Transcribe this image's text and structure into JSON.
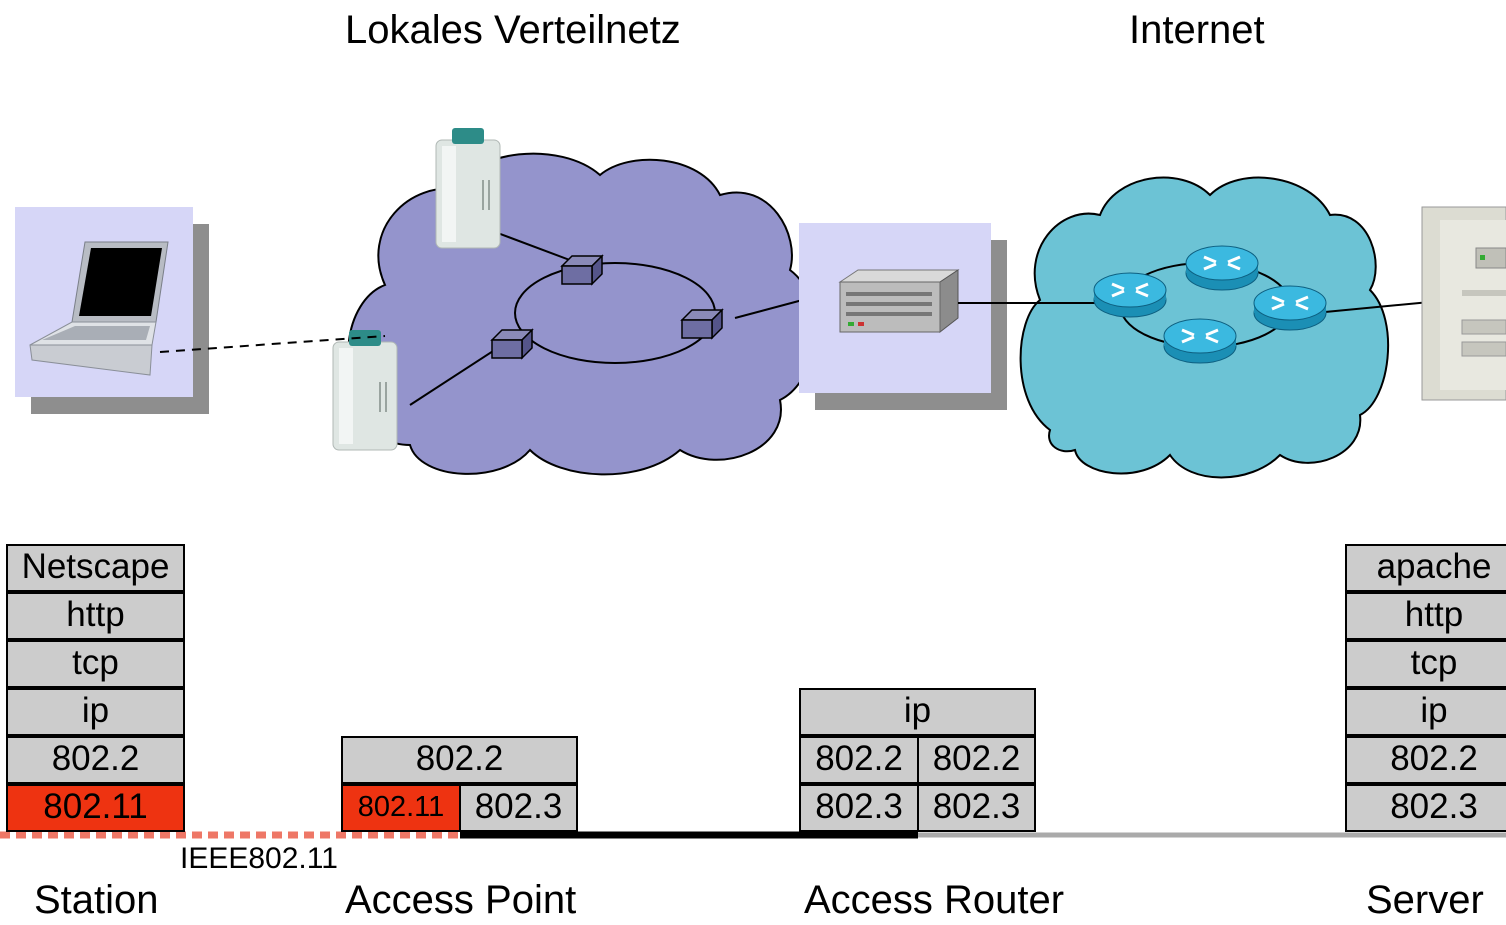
{
  "titles": {
    "local_network": "Lokales Verteilnetz",
    "internet": "Internet"
  },
  "devices": {
    "station": "Station",
    "access_point": "Access Point",
    "access_router": "Access Router",
    "server": "Server"
  },
  "link_label": "IEEE802.11",
  "stacks": {
    "station": [
      "Netscape",
      "http",
      "tcp",
      "ip",
      "802.2",
      "802.11"
    ],
    "access_point": {
      "top": "802.2",
      "left": "802.11",
      "right": "802.3"
    },
    "access_router": {
      "top": "ip",
      "mid_left": "802.2",
      "mid_right": "802.2",
      "bottom_left": "802.3",
      "bottom_right": "802.3"
    },
    "server": [
      "apache",
      "http",
      "tcp",
      "ip",
      "802.2",
      "802.3"
    ]
  },
  "colors": {
    "local_cloud": "#9494cc",
    "internet_cloud": "#6cc3d5",
    "layer_fill": "#cccccc",
    "wireless_layer": "#ee3311",
    "wireless_link": "#ee7766",
    "wired_link": "#000000",
    "internet_link": "#aaaaaa",
    "device_panel": "#d6d6f7"
  },
  "icons": [
    "laptop-icon",
    "access-point-icon",
    "switch-icon",
    "server-appliance-icon",
    "router-icon",
    "server-tower-icon"
  ]
}
